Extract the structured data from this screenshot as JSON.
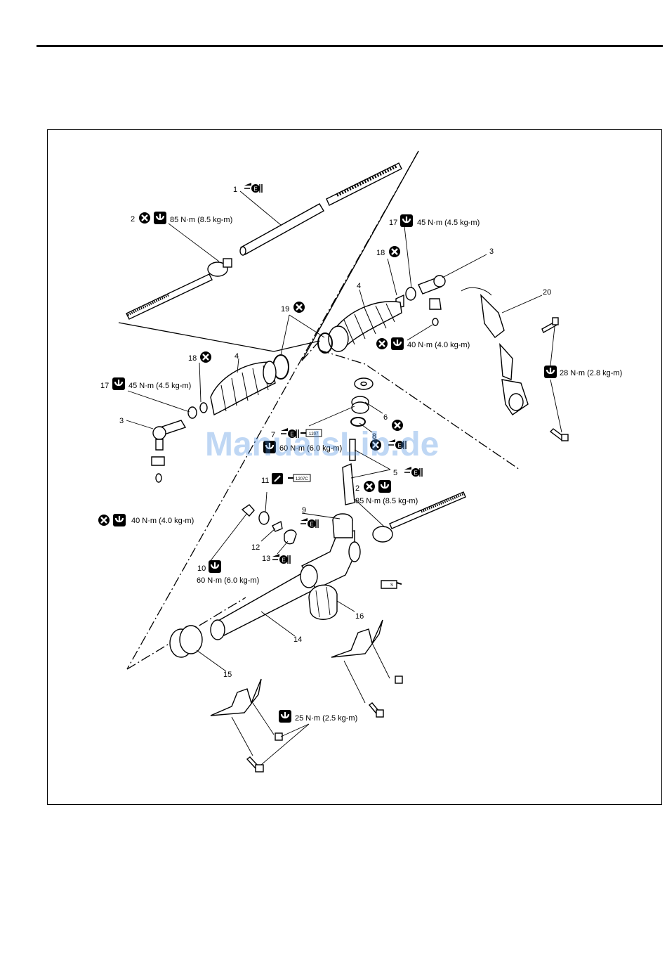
{
  "watermark": "ManualsLib.de",
  "icons": {
    "no_reuse": "crossed-circle-icon",
    "torque": "torque-wrench-icon",
    "grease": "grease-gun-icon",
    "sealant": "sealant-tube-icon"
  },
  "callouts": {
    "c1": {
      "num": "1",
      "text": ""
    },
    "c2_top": {
      "num": "2",
      "text": "85 N·m (8.5 kg-m)"
    },
    "c17_top": {
      "num": "17",
      "text": "45 N·m (4.5 kg-m)"
    },
    "c3_top": {
      "num": "3",
      "text": ""
    },
    "c18_top": {
      "num": "18",
      "text": ""
    },
    "c4_top": {
      "num": "4",
      "text": ""
    },
    "c20": {
      "num": "20",
      "text": ""
    },
    "c19": {
      "num": "19",
      "text": ""
    },
    "c40_top": {
      "num": "",
      "text": "40 N·m (4.0 kg-m)"
    },
    "c28": {
      "num": "",
      "text": "28 N·m (2.8 kg-m)"
    },
    "c18_left": {
      "num": "18",
      "text": ""
    },
    "c4_left": {
      "num": "4",
      "text": ""
    },
    "c17_left": {
      "num": "17",
      "text": "45 N·m (4.5 kg-m)"
    },
    "c6": {
      "num": "6",
      "text": ""
    },
    "c3_left": {
      "num": "3",
      "text": ""
    },
    "c7": {
      "num": "7",
      "text": "60 N·m (6.0 kg-m)",
      "sealant": "1207"
    },
    "c8": {
      "num": "8",
      "text": ""
    },
    "c5": {
      "num": "5",
      "text": ""
    },
    "c11": {
      "num": "11",
      "text": "",
      "sealant": "1207C"
    },
    "c2_bottom": {
      "num": "2",
      "text": "85 N·m (8.5 kg-m)"
    },
    "c40_left": {
      "num": "",
      "text": "40 N·m (4.0 kg-m)"
    },
    "c9": {
      "num": "9",
      "text": ""
    },
    "c12": {
      "num": "12",
      "text": ""
    },
    "c13": {
      "num": "13",
      "text": ""
    },
    "c10": {
      "num": "10",
      "text": "60 N·m (6.0 kg-m)"
    },
    "c_sealant": {
      "num": "",
      "text": "",
      "sealant": "S"
    },
    "c16": {
      "num": "16",
      "text": ""
    },
    "c14": {
      "num": "14",
      "text": ""
    },
    "c15": {
      "num": "15",
      "text": ""
    },
    "c25": {
      "num": "",
      "text": "25 N·m (2.5 kg-m)"
    }
  }
}
